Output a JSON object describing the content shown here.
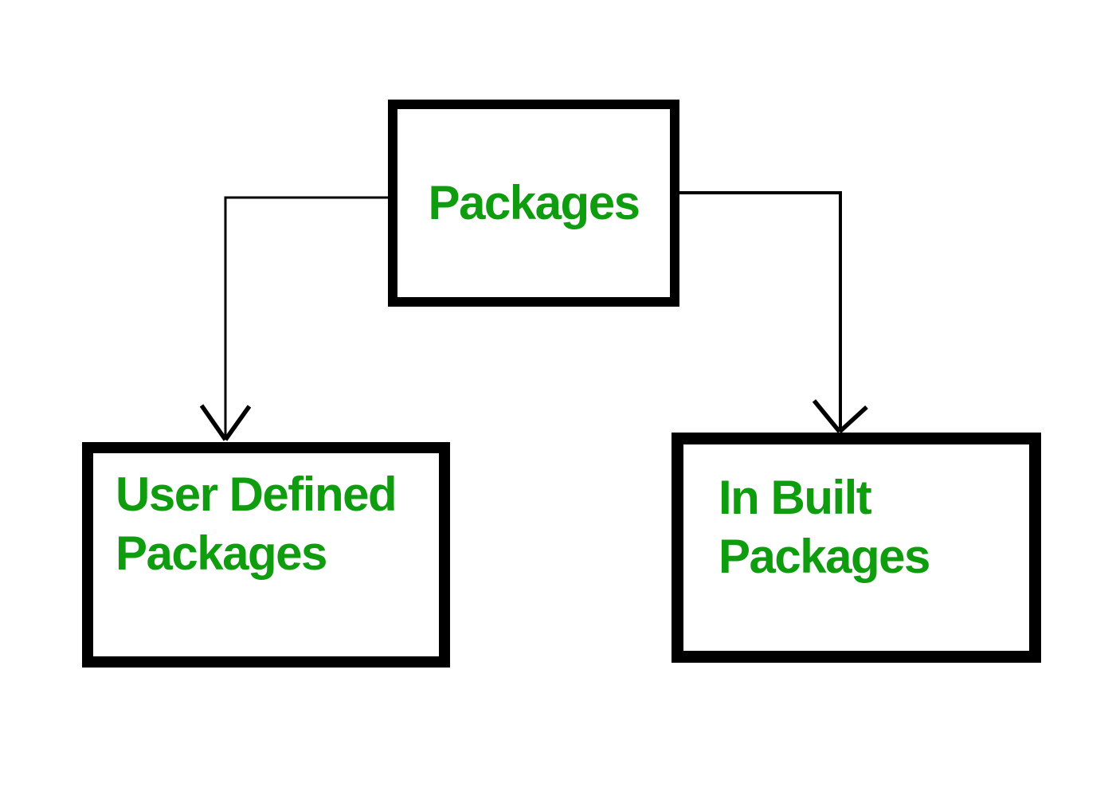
{
  "nodes": {
    "root": {
      "label": "Packages"
    },
    "user_defined": {
      "line1": "User Defined",
      "line2": "Packages"
    },
    "in_built": {
      "line1": "In Built",
      "line2": "Packages"
    }
  },
  "colors": {
    "text_green": "#0f9d0f",
    "line_black": "#000000",
    "background": "#ffffff"
  },
  "icons": {
    "arrowhead": "open-v-down-arrowhead"
  }
}
